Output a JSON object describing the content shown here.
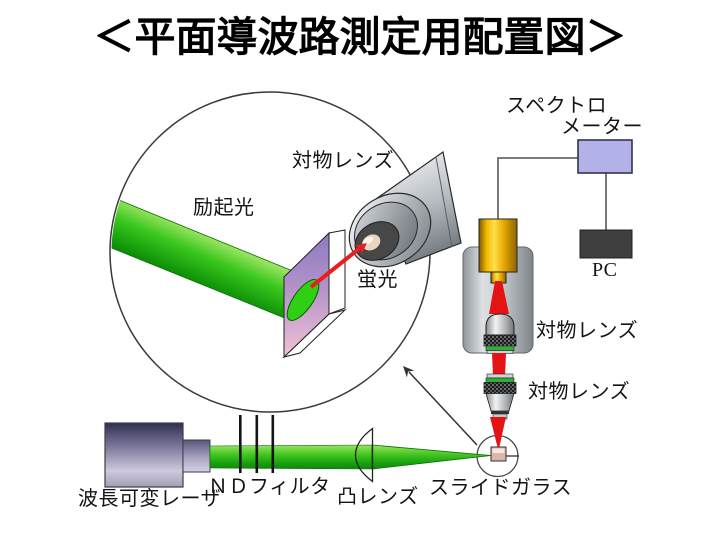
{
  "title": "＜平面導波路測定用配置図＞",
  "magnified_view": {
    "objective_label": "対物レンズ",
    "excitation_label": "励起光",
    "fluorescence_label": "蛍光"
  },
  "detection": {
    "spectrometer_label_line1": "スペクトロ",
    "spectrometer_label_line2": "メーター",
    "pc_label": "PC",
    "upper_objective_label": "対物レンズ",
    "lower_objective_label": "対物レンズ",
    "slide_glass_label": "スライドガラス"
  },
  "excitation": {
    "laser_label": "波長可変レーザ",
    "nd_filter_label": "ＮＤフィルタ",
    "lens_label": "凸レンズ"
  },
  "colors": {
    "excitation_green": "#2ec41a",
    "fluorescence_red": "#e41414",
    "detector_gold": "#ffd21c",
    "spectrometer_fill": "#b2b2e9",
    "pc_fill": "#3f3f3f",
    "slab_purple": "#8d7bc4",
    "slab_pink": "#f4c6d6",
    "objective_stripe_green": "#2fae3a"
  }
}
